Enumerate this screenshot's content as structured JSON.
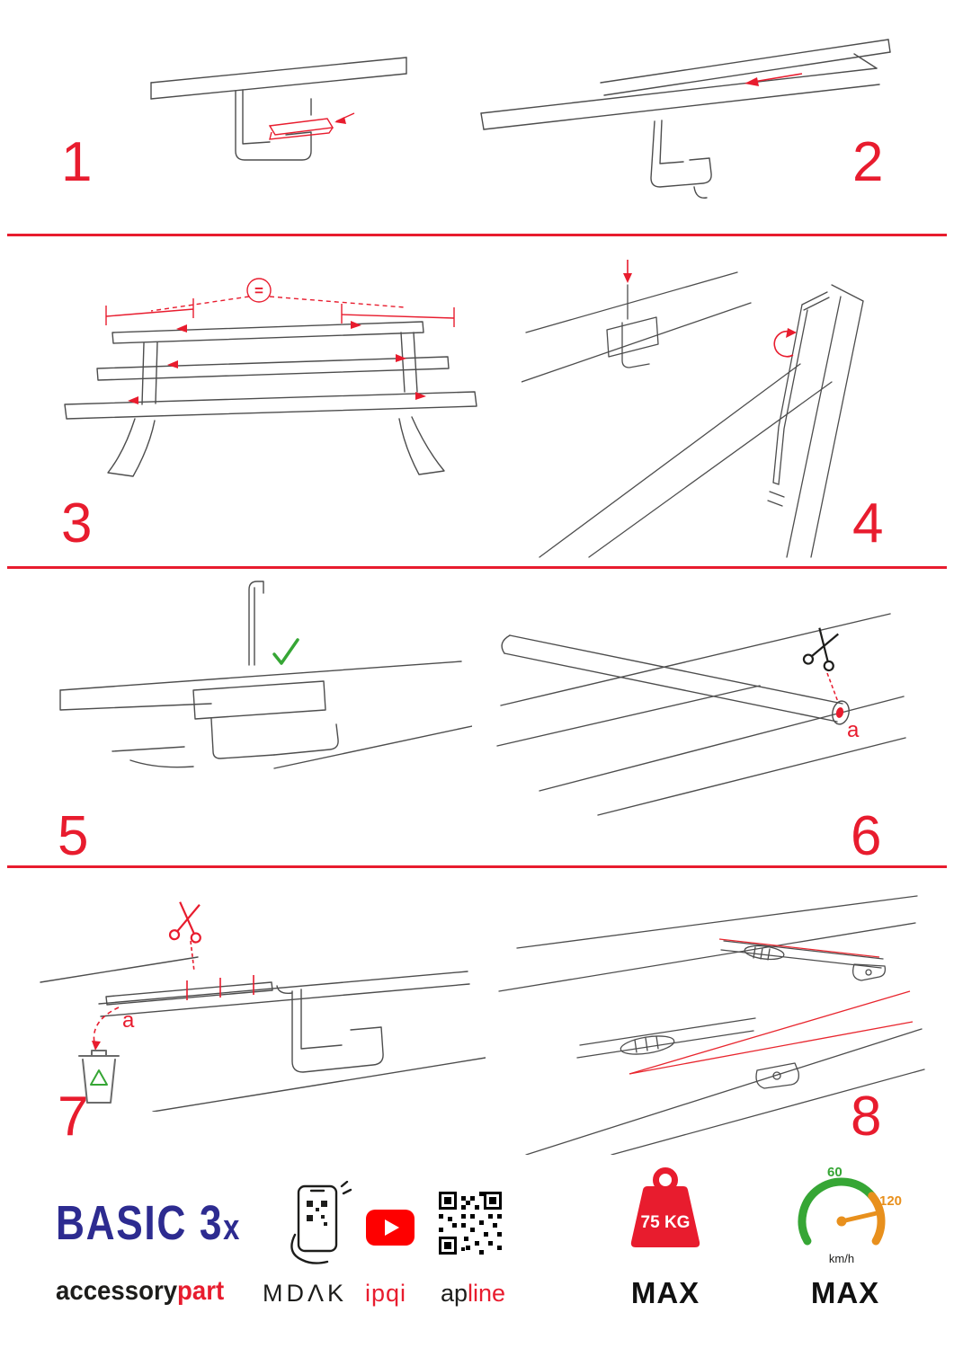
{
  "page": {
    "background": "#ffffff",
    "accent_red": "#e81c2e",
    "line_gray": "#4d4d4d",
    "green": "#36a635",
    "brand_blue": "#2d2b90",
    "orange": "#e8901d",
    "youtube_red": "#fe0000"
  },
  "steps": [
    {
      "num": "1"
    },
    {
      "num": "2"
    },
    {
      "num": "3",
      "equals_label": "="
    },
    {
      "num": "4"
    },
    {
      "num": "5"
    },
    {
      "num": "6",
      "cut_label": "a"
    },
    {
      "num": "7",
      "cut_label": "a"
    },
    {
      "num": "8"
    }
  ],
  "footer": {
    "product_name": "BASIC 3",
    "product_multiplier": "x",
    "brand_part1": "accessory",
    "brand_part2": "part",
    "logo_mdak": "MDΛK",
    "logo_ipqi": "ipqi",
    "logo_apline_part1": "ap",
    "logo_apline_part2": "line",
    "weight_limit": "75 KG",
    "weight_max_label": "MAX",
    "speed_min": "60",
    "speed_max_value": "120",
    "speed_unit": "km/h",
    "speed_max_label": "MAX"
  }
}
